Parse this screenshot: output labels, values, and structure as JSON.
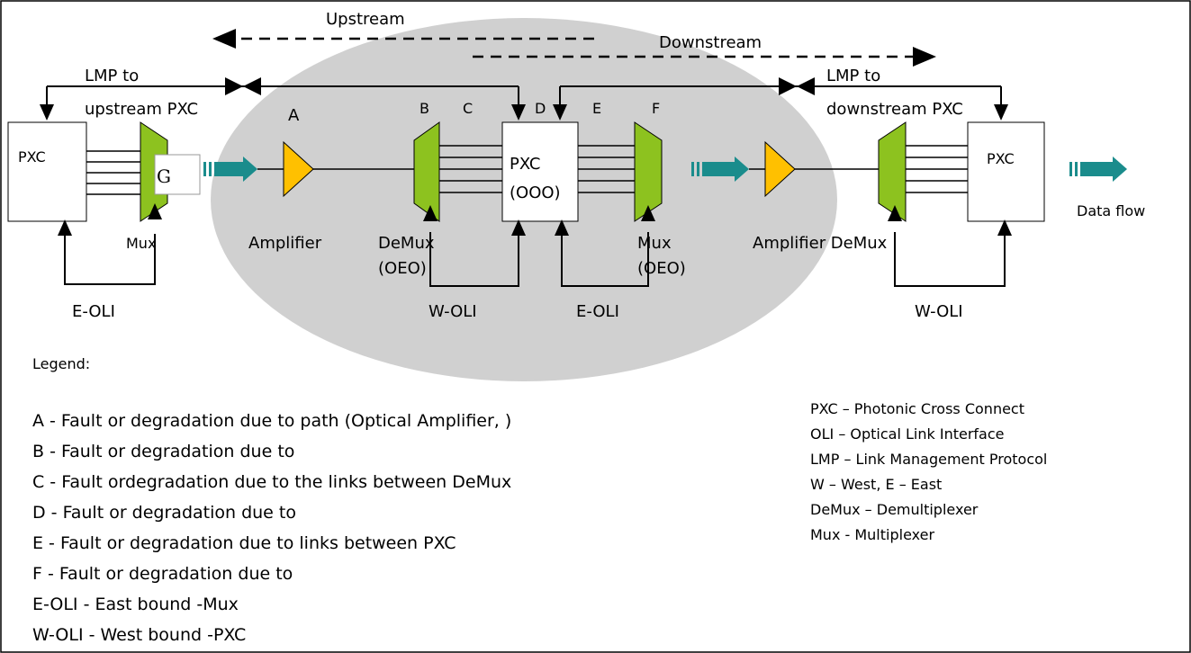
{
  "labels": {
    "upstream": "Upstream",
    "downstream": "Downstream",
    "lmp_left_line1": "LMP to",
    "lmp_left_line2": "upstream PXC",
    "lmp_right_line1": "LMP to",
    "lmp_right_line2": "downstream PXC",
    "point_a": "A",
    "point_b": "B",
    "point_c": "C",
    "point_d": "D",
    "point_e": "E",
    "point_f": "F",
    "pxc_left": "PXC",
    "pxc_center_line1": "PXC",
    "pxc_center_line2": "(OOO)",
    "pxc_right": "PXC",
    "g_box": "G",
    "mux_left": "Mux",
    "amplifier_left": "Amplifier",
    "demux_center_line1": "DeMux",
    "demux_center_line2": "(OEO)",
    "mux_center_line1": "Mux",
    "mux_center_line2": "(OEO)",
    "amplifier_demux_right": "Amplifier DeMux",
    "data_flow": "Data flow",
    "e_oli_left": "E-OLI",
    "w_oli_center": "W-OLI",
    "e_oli_center": "E-OLI",
    "w_oli_right": "W-OLI"
  },
  "legend": {
    "title": "Legend:",
    "items": [
      "A - Fault or degradation due to path (Optical Amplifier,     )",
      "B - Fault or degradation due to",
      "C - Fault ordegradation due to the links between DeMux",
      "D - Fault or degradation due to",
      "E - Fault or degradation due to links between PXC",
      "F - Fault or degradation due to",
      "E-OLI - East bound    -Mux",
      "W-OLI - West bound       -PXC"
    ]
  },
  "glossary": [
    "PXC – Photonic Cross Connect",
    "OLI – Optical Link Interface",
    "LMP – Link Management Protocol",
    "W – West, E – East",
    "DeMux – Demultiplexer",
    "Mux - Multiplexer"
  ],
  "colors": {
    "mux_green": "#8DC21F",
    "amplifier_yellow": "#FFC000",
    "flow_teal": "#1A8C8C",
    "ellipse_gray": "#D0D0D0"
  }
}
